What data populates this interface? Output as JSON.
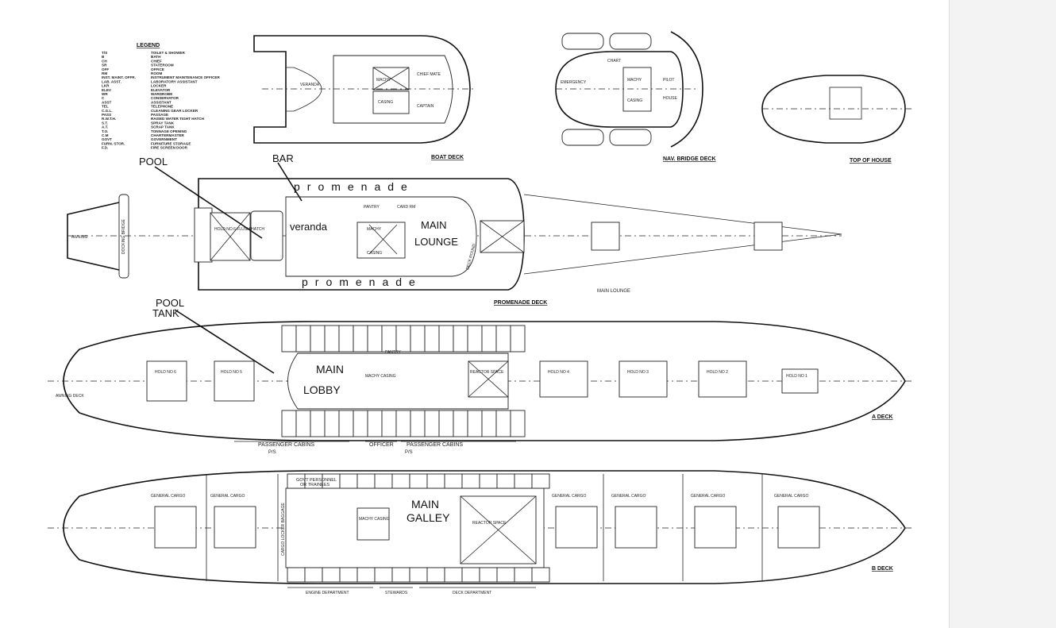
{
  "legend": {
    "title": "LEGEND",
    "abbreviations": [
      "T/S",
      "B",
      "CH",
      "SR",
      "OFF",
      "RM",
      "INST. MAINT. OFFR.",
      "LAB. ASST.",
      "LKR",
      "ELEV",
      "WR",
      "C",
      "ASST",
      "TEL",
      "C.G.L.",
      "PASS",
      "R.W.T.H.",
      "S.T.",
      "A.T.",
      "T.O.",
      "C.M",
      "GOVT",
      "FURN. STOR.",
      "F.D."
    ],
    "meanings": [
      "TOILET & SHOWER",
      "BATH",
      "CHIEF",
      "STATEROOM",
      "OFFICE",
      "ROOM",
      "INSTRUMENT MAINTENANCE OFFICER",
      "LABORATORY ASSISTANT",
      "LOCKER",
      "ELEVATOR",
      "WARDROBE",
      "CONSERVATOR",
      "ASSISTANT",
      "TELEPHONE",
      "CLEANING GEAR LOCKER",
      "PASSAGE",
      "RAISED WATER TIGHT HATCH",
      "SPRAY TANK",
      "SCRAP TANK",
      "TONNAGE OPENING",
      "CHARTERMASTER",
      "GOVERNMENT",
      "FURNITURE STORAGE",
      "FIRE SCREEN DOOR"
    ]
  },
  "decks": {
    "boat": "BOAT DECK",
    "nav_bridge": "NAV. BRIDGE DECK",
    "top_of_house": "TOP OF HOUSE",
    "promenade": "PROMENADE DECK",
    "a_deck": "A DECK",
    "b_deck": "B DECK"
  },
  "boat_deck": {
    "rooms": [
      "MACHY",
      "CASING",
      "VERANDA",
      "CHIEF MATE",
      "CAPTAIN"
    ]
  },
  "nav_bridge_deck": {
    "rooms": [
      "EMERGENCY",
      "MACHY",
      "CASING",
      "PILOT",
      "HOUSE",
      "CHART"
    ]
  },
  "promenade_deck": {
    "pool": "POOL",
    "bar": "BAR",
    "promenade_top": "promenade",
    "promenade_bottom": "promenade",
    "veranda": "veranda",
    "main": "MAIN",
    "lounge": "LOUNGE",
    "awning": "AWNING",
    "hold": "HOLD NO 6 FLUSH HATCH",
    "machy": "MACHY",
    "casing": "CASING",
    "pantry": "PANTRY",
    "card_rm": "CARD RM",
    "docking_bridge": "DOCKING BRIDGE",
    "deck_round": "DECK ROUND",
    "lounge_below": "MAIN LOUNGE"
  },
  "a_deck": {
    "pool_tank": [
      "POOL",
      "TANK"
    ],
    "main": "MAIN",
    "lobby": "LOBBY",
    "holds": [
      "HOLD NO 6",
      "HOLD NO 5",
      "HOLD NO 4",
      "HOLD NO 3",
      "HOLD NO 2",
      "HOLD NO 1"
    ],
    "reactor": "REACTOR SPACE",
    "machy": "MACHY CASING",
    "pantry": "PANTRY",
    "cabins_left": "PASSENGER CABINS",
    "officer": "OFFICER",
    "cabins_right": "PASSENGER CABINS",
    "ps1": "P/S",
    "ps2": "P/S",
    "awning_deck": "AWNING DECK"
  },
  "b_deck": {
    "govt": [
      "GOVT PERSONNEL",
      "OR TRAINEES"
    ],
    "main": "MAIN",
    "galley": "GALLEY",
    "reactor": "REACTOR SPACE",
    "machy": "MACHY CASING",
    "cargo": [
      "GENERAL CARGO",
      "GENERAL CARGO",
      "GENERAL CARGO",
      "GENERAL CARGO",
      "GENERAL CARGO",
      "GENERAL CARGO"
    ],
    "crew_dept": "ENGINE DEPARTMENT",
    "stewards": "STEWARDS",
    "deck_dept": "DECK DEPARTMENT",
    "cargo_baggage": "CARGO LOCKER BAGGAGE"
  }
}
